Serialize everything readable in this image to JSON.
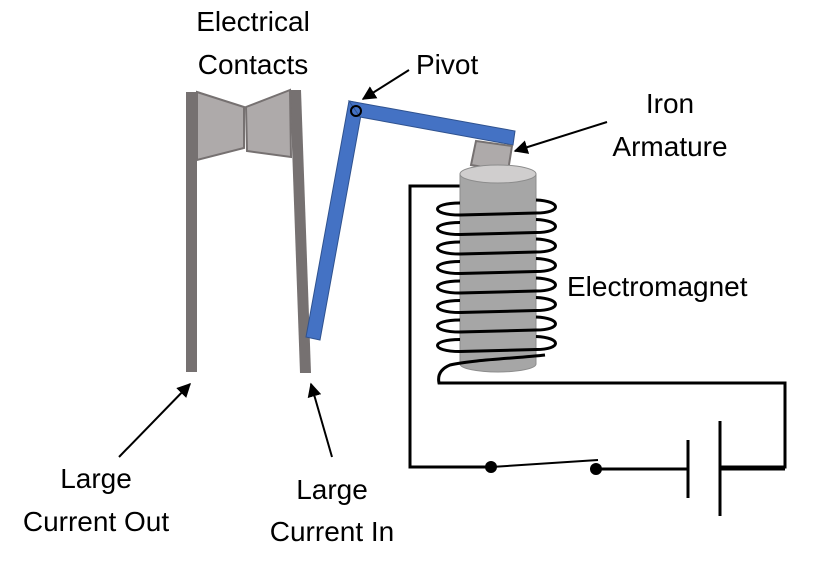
{
  "diagram": {
    "title": "Electromagnetic Relay",
    "labels": {
      "contacts_line1": "Electrical",
      "contacts_line2": "Contacts",
      "pivot": "Pivot",
      "armature_line1": "Iron",
      "armature_line2": "Armature",
      "electromagnet": "Electromagnet",
      "out_line1": "Large",
      "out_line2": "Current Out",
      "in_line1": "Large",
      "in_line2": "Current In"
    },
    "colors": {
      "lever": "#4472c4",
      "lever_border": "#2f528f",
      "terminal": "#767171",
      "contact": "#aeaaaa",
      "core": "#a6a6a6",
      "core_top": "#d0cece",
      "wire": "#000000"
    },
    "components": {
      "coil_turns": 8,
      "switch_state": "open"
    }
  }
}
